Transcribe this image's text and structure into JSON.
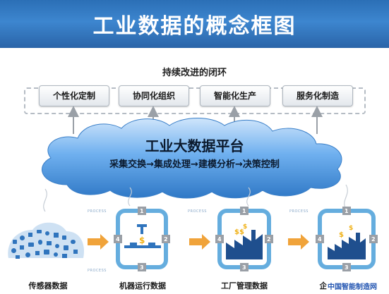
{
  "title": "工业数据的概念框图",
  "loop": {
    "label": "持续改进的闭环",
    "items": [
      "个性化定制",
      "协同化组织",
      "智能化生产",
      "服务化制造"
    ]
  },
  "platform": {
    "title": "工业大数据平台",
    "subtitle": "采集交换→集成处理→建模分析→决策控制"
  },
  "process_label": "PROCESS",
  "stages": [
    "传感器数据",
    "机器运行数据",
    "工厂管理数据",
    "企"
  ],
  "step_numbers": [
    "1",
    "2",
    "3",
    "4"
  ],
  "watermark": "中国智能制造网",
  "colors": {
    "header": "#2f74bd",
    "cloud": "#3585d6",
    "arrow": "#f0a33a",
    "cycle": "#4a9fd8",
    "gray_node": "#9a9fa6"
  }
}
